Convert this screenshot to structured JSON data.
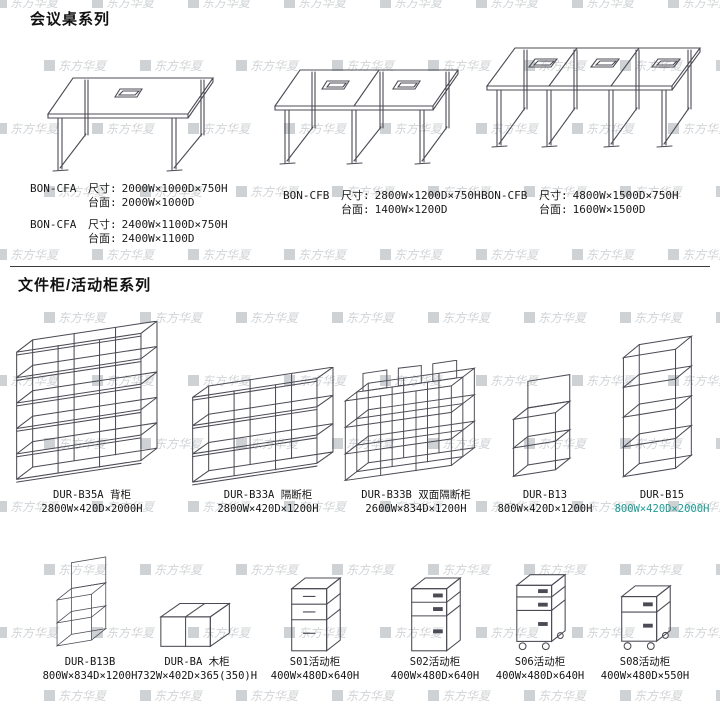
{
  "watermark": {
    "text": "东方华夏"
  },
  "colors": {
    "ink": "#1a1a1a",
    "line": "#4b4b55",
    "highlight": "#1d9e96"
  },
  "conference": {
    "title": "会议桌系列",
    "specs": [
      {
        "model": "BON-CFA",
        "label": "尺寸:",
        "value": "2000W×1000D×750H"
      },
      {
        "model": "",
        "label": "台面:",
        "value": "2000W×1000D"
      },
      {
        "model": "BON-CFA",
        "label": "尺寸:",
        "value": "2400W×1100D×750H"
      },
      {
        "model": "",
        "label": "台面:",
        "value": "2400W×1100D"
      },
      {
        "model": "BON-CFB",
        "label": "尺寸:",
        "value": "2800W×1200D×750H"
      },
      {
        "model": "",
        "label": "台面:",
        "value": "1400W×1200D"
      },
      {
        "model": "BON-CFB",
        "label": "尺寸:",
        "value": "4800W×1500D×750H"
      },
      {
        "model": "",
        "label": "台面:",
        "value": "1600W×1500D"
      }
    ]
  },
  "cabinets": {
    "title": "文件柜/活动柜系列",
    "row1": [
      {
        "name": "DUR-B35A 背柜",
        "dims": "2800W×420D×2000H"
      },
      {
        "name": "DUR-B33A 隔断柜",
        "dims": "2800W×420D×1200H"
      },
      {
        "name": "DUR-B33B 双面隔断柜",
        "dims": "2600W×834D×1200H"
      },
      {
        "name": "DUR-B13",
        "dims": "800W×420D×1200H"
      },
      {
        "name": "DUR-B15",
        "dims": "800W×420D×2000H"
      }
    ],
    "row2": [
      {
        "name": "DUR-B13B",
        "dims": "800W×834D×1200H"
      },
      {
        "name": "DUR-BA 木柜",
        "dims": "732W×402D×365(350)H"
      },
      {
        "name": "S01活动柜",
        "dims": "400W×480D×640H"
      },
      {
        "name": "S02活动柜",
        "dims": "400W×480D×640H"
      },
      {
        "name": "S06活动柜",
        "dims": "400W×480D×640H"
      },
      {
        "name": "S08活动柜",
        "dims": "400W×480D×550H"
      }
    ]
  }
}
